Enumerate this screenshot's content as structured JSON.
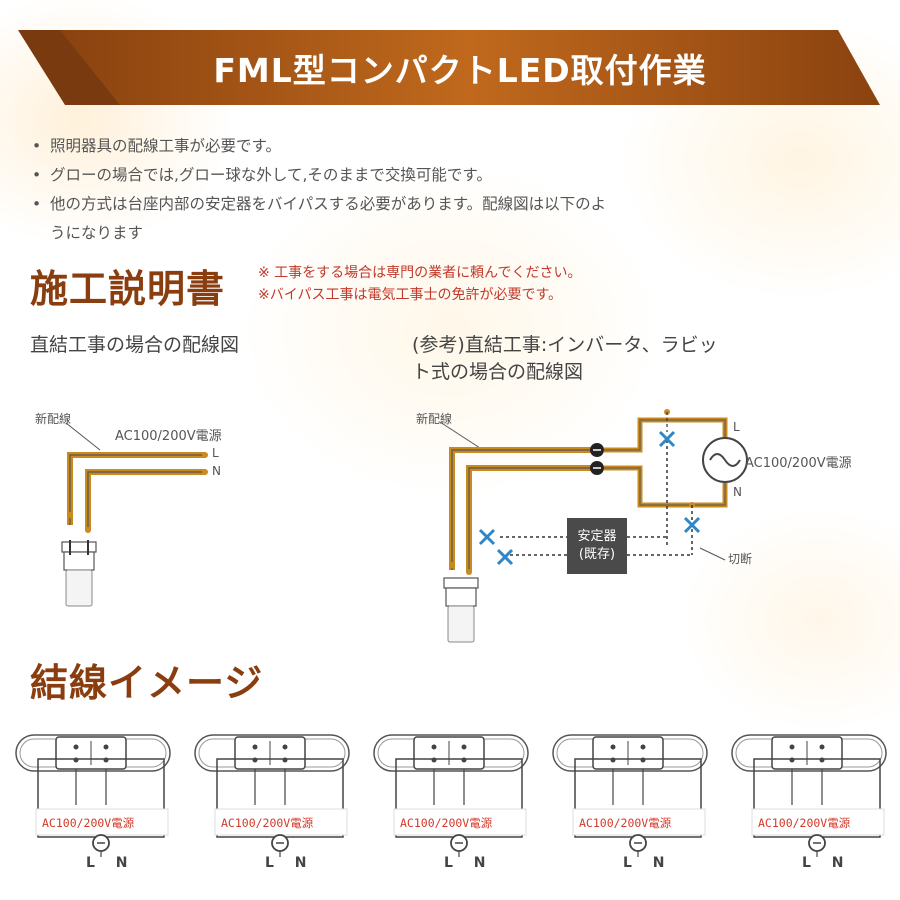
{
  "banner": {
    "title": "FML型コンパクトLED取付作業"
  },
  "notes": [
    "照明器具の配線工事が必要です。",
    "グローの場合では,グロー球な外して,そのままで交換可能です。",
    "他の方式は台座内部の安定器をバイパスする必要があります。配線図は以下のよ",
    "うになります"
  ],
  "bullet": "•",
  "instructions": {
    "title": "施工説明書",
    "warning_1": "※ 工事をする場合は専門の業者に頼んでください。",
    "warning_2": "※バイパス工事は電気工事士の免許が必要です。"
  },
  "diagram_left": {
    "heading": "直結工事の場合の配線図",
    "new_wiring": "新配線",
    "power": "AC100/200V電源",
    "L": "L",
    "N": "N"
  },
  "diagram_right": {
    "heading_1": "(参考)直結工事:インバータ、ラビッ",
    "heading_2": "ト式の場合の配線図",
    "new_wiring": "新配線",
    "power": "AC100/200V電源",
    "L": "L",
    "N": "N",
    "ballast_1": "安定器",
    "ballast_2": "(既存)",
    "cut": "切断"
  },
  "wiring_image": {
    "title": "結線イメージ",
    "units": [
      {
        "power": "AC100/200V電源",
        "ln": "L N"
      },
      {
        "power": "AC100/200V電源",
        "ln": "L N"
      },
      {
        "power": "AC100/200V電源",
        "ln": "L N"
      },
      {
        "power": "AC100/200V電源",
        "ln": "L N"
      },
      {
        "power": "AC100/200V電源",
        "ln": "L N"
      }
    ]
  },
  "colors": {
    "banner": "#b4611b",
    "banner_dark": "#6e3410",
    "accent_text": "#8a3e10",
    "warning": "#c0392b",
    "wire": "#c98a1f",
    "cross": "#2f86c9"
  }
}
